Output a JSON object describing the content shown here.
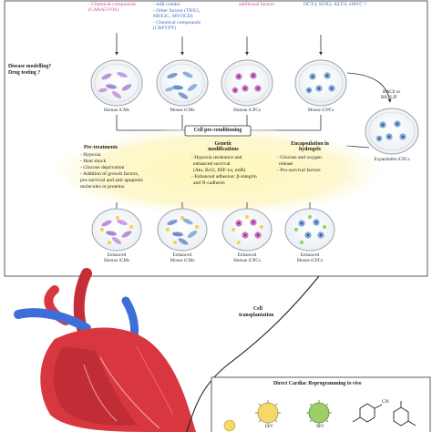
{
  "top_texts": {
    "chem_compounds_1": "- Chemical compounds",
    "chem_compounds_1b": "(CARA5VOS)",
    "mirna": "- miR combo",
    "other_factors": "- Other factors (TBX5,",
    "other_factors_b": "MEF2C, MYOCD)",
    "chem_compounds_2": "- Chemical compounds",
    "chem_compounds_2b": "(CRFVPT)",
    "additional_factors": "additional factors",
    "oct4": "OCT4, SOX2, KLF4, cMYC ?"
  },
  "left_question": {
    "line1": "Disease modelling?",
    "line2": "Drug testing ?"
  },
  "dishes_top": [
    {
      "label": "Human iCMs"
    },
    {
      "label": "Mouse iCMs"
    },
    {
      "label": "Human iCPCs"
    },
    {
      "label": "Mouse iCPCs"
    }
  ],
  "bacs": {
    "line1": "BACS or",
    "line2": "RIC/LIF"
  },
  "expandable_label": "Expandable iCPCs",
  "preconditioning": {
    "title": "Cell pre-conditioning",
    "pretreatments": {
      "heading": "Pre-treatments",
      "items": [
        "- Hypoxia",
        "- Heat shock",
        "- Glucose deprivation",
        "- Addition of growth factors,",
        "pro-survival and anti-apoptotic",
        "molecules or proteins"
      ]
    },
    "genetic": {
      "heading1": "Genetic",
      "heading2": "modifications",
      "items": [
        "- Hypoxia resistance and",
        "enhanced survival",
        "(Akt, Bcl2, HIF-1α, miR)",
        "- Enhanced adhesion: β-integrin",
        "and N-cadherin"
      ]
    },
    "encapsulation": {
      "heading1": "Encapsulation in",
      "heading2": "hydrogels",
      "items": [
        "- Glucose and oxygen",
        "release",
        "- Pro-survival factors"
      ]
    }
  },
  "dishes_bottom": [
    {
      "line1": "Enhanced",
      "line2": "Human iCMs"
    },
    {
      "line1": "Enhanced",
      "line2": "Mouse iCMs"
    },
    {
      "line1": "Enhanced",
      "line2": "Human iCPCs"
    },
    {
      "line1": "Enhanced",
      "line2": "Mouse iCPCs"
    }
  ],
  "cell_transplantation": {
    "line1": "Cell",
    "line2": "transplantation"
  },
  "direct_reprogramming": {
    "prefix": "Direct Cardiac Reprogramming ",
    "italic": "in vivo"
  },
  "vectors": {
    "lev": "LeV",
    "sev": "SeV"
  },
  "chem_label": "CN",
  "colors": {
    "pink": "#d0459a",
    "blue": "#3f64c8",
    "highlight": "#fbf6c8",
    "heart_red": "#d8373f",
    "vessel_blue": "#3e6fd8"
  }
}
